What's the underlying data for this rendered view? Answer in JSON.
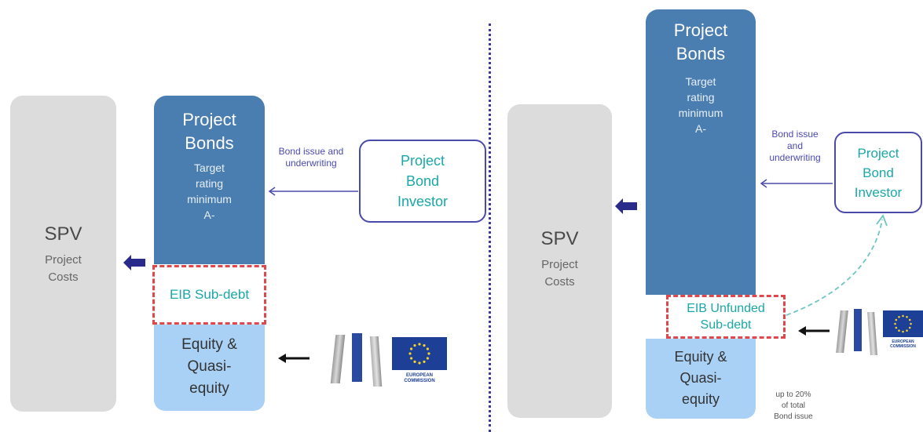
{
  "left": {
    "spv_title": "SPV",
    "spv_sub1": "Project",
    "spv_sub2": "Costs",
    "bonds_title1": "Project",
    "bonds_title2": "Bonds",
    "bonds_sub1": "Target",
    "bonds_sub2": "rating",
    "bonds_sub3": "minimum",
    "bonds_sub4": "A-",
    "subdebt": "EIB Sub-debt",
    "equity1": "Equity &",
    "equity2": "Quasi-",
    "equity3": "equity",
    "issue_note1": "Bond issue and",
    "issue_note2": "underwriting",
    "investor1": "Project",
    "investor2": "Bond",
    "investor3": "Investor",
    "ec_text1": "EUROPEAN",
    "ec_text2": "COMMISSION"
  },
  "right": {
    "spv_title": "SPV",
    "spv_sub1": "Project",
    "spv_sub2": "Costs",
    "bonds_title1": "Project",
    "bonds_title2": "Bonds",
    "bonds_sub1": "Target",
    "bonds_sub2": "rating",
    "bonds_sub3": "minimum",
    "bonds_sub4": "A-",
    "subdebt1": "EIB Unfunded",
    "subdebt2": "Sub-debt",
    "equity1": "Equity &",
    "equity2": "Quasi-",
    "equity3": "equity",
    "issue_note1": "Bond issue",
    "issue_note2": "and",
    "issue_note3": "underwriting",
    "investor1": "Project",
    "investor2": "Bond",
    "investor3": "Investor",
    "cap_note1": "up to 20%",
    "cap_note2": "of total",
    "cap_note3": "Bond issue",
    "ec_text1": "EUROPEAN",
    "ec_text2": "COMMISSION"
  },
  "colors": {
    "bonds": "#4a7eb0",
    "equity": "#a9d0f5",
    "subdebt_border": "#e0474c",
    "subdebt_text": "#1aa7a7",
    "investor_border": "#4a4aa8",
    "arrow": "#2a2a8a",
    "divider": "#3a3a9a"
  }
}
